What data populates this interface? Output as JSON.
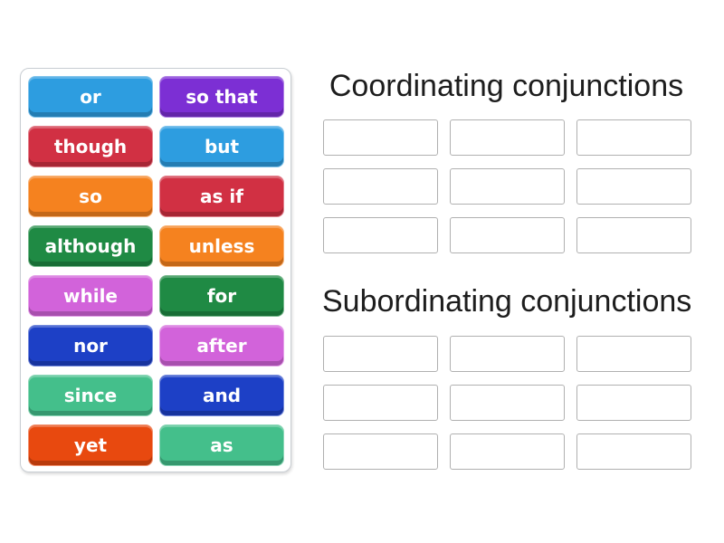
{
  "page": {
    "background": "#ffffff"
  },
  "word_bank": {
    "tiles": [
      {
        "label": "or",
        "color": "#2d9de0"
      },
      {
        "label": "so that",
        "color": "#7c2fd4"
      },
      {
        "label": "though",
        "color": "#d13043"
      },
      {
        "label": "but",
        "color": "#2d9de0"
      },
      {
        "label": "so",
        "color": "#f5821f"
      },
      {
        "label": "as if",
        "color": "#d13043"
      },
      {
        "label": "although",
        "color": "#1f8a44"
      },
      {
        "label": "unless",
        "color": "#f5821f"
      },
      {
        "label": "while",
        "color": "#d263da"
      },
      {
        "label": "for",
        "color": "#1f8a44"
      },
      {
        "label": "nor",
        "color": "#1d40c6"
      },
      {
        "label": "after",
        "color": "#d263da"
      },
      {
        "label": "since",
        "color": "#44bf8b"
      },
      {
        "label": "and",
        "color": "#1d40c6"
      },
      {
        "label": "yet",
        "color": "#e8490f"
      },
      {
        "label": "as",
        "color": "#44bf8b"
      }
    ]
  },
  "groups": [
    {
      "title": "Coordinating conjunctions",
      "slot_count": 9
    },
    {
      "title": "Subordinating conjunctions",
      "slot_count": 9
    }
  ]
}
